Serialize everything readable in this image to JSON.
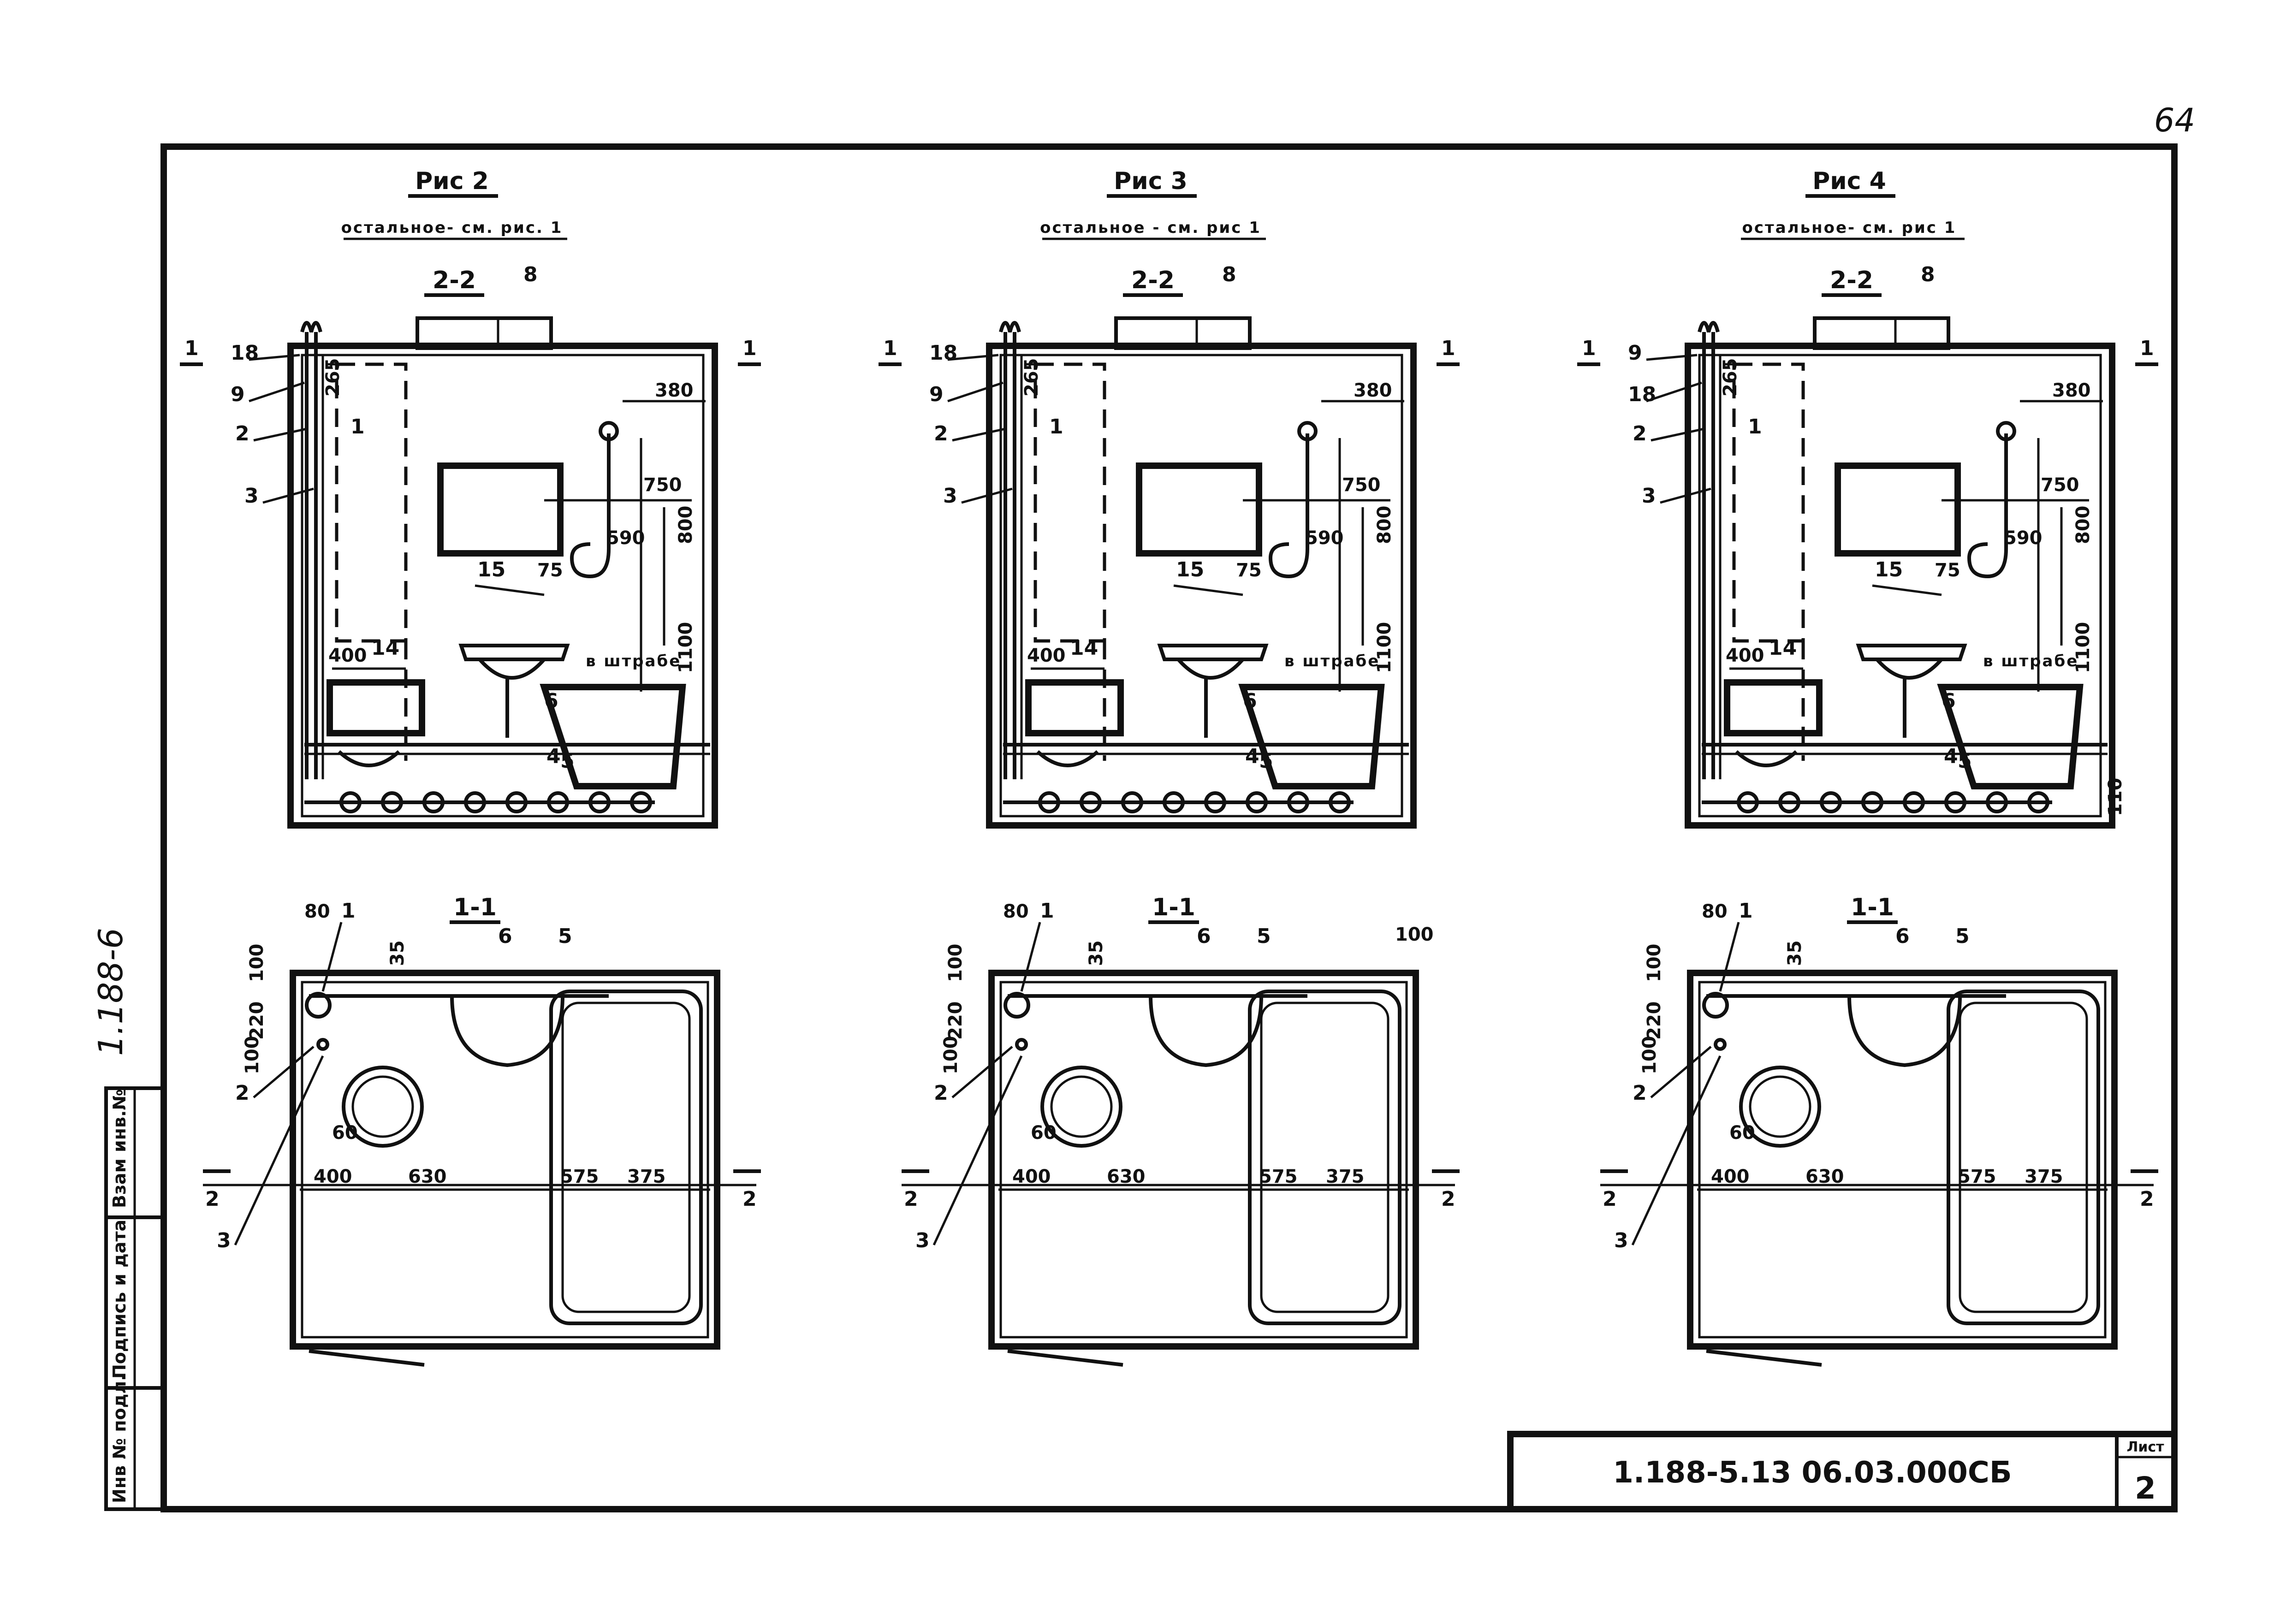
{
  "page_number": "64",
  "side_note": "1.188-6",
  "stamp": {
    "code": "1.188-5.13 06.03.000СБ",
    "sheet_label": "Лист",
    "sheet_number": "2"
  },
  "left_columns": [
    "Инв № подл.",
    "Подпись и дата",
    "Взам инв.№"
  ],
  "figures": [
    {
      "title": "Рис 2",
      "note": "остальное- см. рис. 1",
      "section_2": "2-2",
      "section_1": "1-1",
      "elev_dims": [
        "265",
        "380",
        "750",
        "590",
        "800",
        "75",
        "1100",
        "400"
      ],
      "elev_labels": [
        "18",
        "9",
        "2",
        "3",
        "1",
        "8",
        "15",
        "14",
        "6",
        "4",
        "5"
      ],
      "bath_note": "в штрабе",
      "plan_dims": [
        "80",
        "100",
        "220",
        "100",
        "35",
        "60",
        "400",
        "630",
        "575",
        "375"
      ],
      "plan_labels": [
        "1",
        "6",
        "5",
        "2",
        "3"
      ],
      "cut_marks": [
        "1",
        "1",
        "2",
        "2"
      ]
    },
    {
      "title": "Рис 3",
      "note": "остальное - см. рис 1",
      "section_2": "2-2",
      "section_1": "1-1",
      "elev_dims": [
        "265",
        "380",
        "750",
        "590",
        "800",
        "75",
        "1100",
        "400"
      ],
      "elev_labels": [
        "18",
        "9",
        "2",
        "3",
        "1",
        "8",
        "15",
        "14",
        "6",
        "4",
        "5"
      ],
      "bath_note": "в штрабе",
      "plan_dims": [
        "80",
        "100",
        "220",
        "100",
        "35",
        "60",
        "400",
        "630",
        "575",
        "375",
        "100"
      ],
      "plan_labels": [
        "1",
        "6",
        "5",
        "2",
        "3"
      ],
      "cut_marks": [
        "1",
        "1",
        "2",
        "2"
      ]
    },
    {
      "title": "Рис 4",
      "note": "остальное- см. рис 1",
      "section_2": "2-2",
      "section_1": "1-1",
      "elev_dims": [
        "265",
        "380",
        "750",
        "590",
        "800",
        "75",
        "1100",
        "400",
        "110"
      ],
      "elev_labels": [
        "9",
        "18",
        "2",
        "3",
        "1",
        "8",
        "15",
        "14",
        "6",
        "4",
        "5"
      ],
      "bath_note": "в штрабе",
      "plan_dims": [
        "80",
        "100",
        "220",
        "100",
        "35",
        "60",
        "400",
        "630",
        "575",
        "375"
      ],
      "plan_labels": [
        "1",
        "6",
        "5",
        "2",
        "3"
      ],
      "cut_marks": [
        "1",
        "1",
        "2",
        "2"
      ]
    }
  ]
}
